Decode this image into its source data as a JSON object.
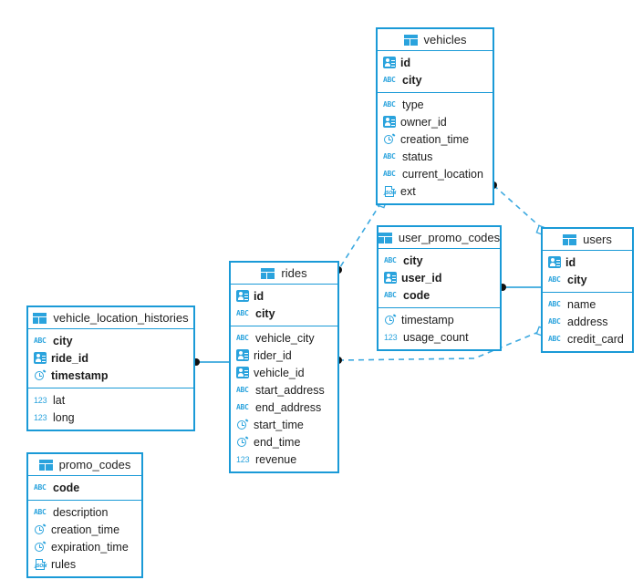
{
  "diagram": {
    "kind": "entity-relationship-diagram",
    "accent_color": "#1a9ad7",
    "icon_color": "#2aa3dd",
    "background": "#ffffff"
  },
  "icons": {
    "table": "table-grid-icon",
    "id": "id-card-icon",
    "abc": "abc-string-icon",
    "num": "123-number-icon",
    "clock": "clock-timestamp-icon",
    "json": "json-document-icon",
    "abc_label": "ABC",
    "num_label": "123",
    "json_label": "JSON"
  },
  "tables": [
    {
      "id": "vehicles",
      "name": "vehicles",
      "keys": [
        {
          "name": "id",
          "type": "id"
        },
        {
          "name": "city",
          "type": "abc"
        }
      ],
      "fields": [
        {
          "name": "type",
          "type": "abc"
        },
        {
          "name": "owner_id",
          "type": "id"
        },
        {
          "name": "creation_time",
          "type": "clock"
        },
        {
          "name": "status",
          "type": "abc"
        },
        {
          "name": "current_location",
          "type": "abc"
        },
        {
          "name": "ext",
          "type": "json"
        }
      ]
    },
    {
      "id": "user_promo_codes",
      "name": "user_promo_codes",
      "keys": [
        {
          "name": "city",
          "type": "abc"
        },
        {
          "name": "user_id",
          "type": "id"
        },
        {
          "name": "code",
          "type": "abc"
        }
      ],
      "fields": [
        {
          "name": "timestamp",
          "type": "clock"
        },
        {
          "name": "usage_count",
          "type": "num"
        }
      ]
    },
    {
      "id": "users",
      "name": "users",
      "keys": [
        {
          "name": "id",
          "type": "id"
        },
        {
          "name": "city",
          "type": "abc"
        }
      ],
      "fields": [
        {
          "name": "name",
          "type": "abc"
        },
        {
          "name": "address",
          "type": "abc"
        },
        {
          "name": "credit_card",
          "type": "abc"
        }
      ]
    },
    {
      "id": "rides",
      "name": "rides",
      "keys": [
        {
          "name": "id",
          "type": "id"
        },
        {
          "name": "city",
          "type": "abc"
        }
      ],
      "fields": [
        {
          "name": "vehicle_city",
          "type": "abc"
        },
        {
          "name": "rider_id",
          "type": "id"
        },
        {
          "name": "vehicle_id",
          "type": "id"
        },
        {
          "name": "start_address",
          "type": "abc"
        },
        {
          "name": "end_address",
          "type": "abc"
        },
        {
          "name": "start_time",
          "type": "clock"
        },
        {
          "name": "end_time",
          "type": "clock"
        },
        {
          "name": "revenue",
          "type": "num"
        }
      ]
    },
    {
      "id": "vehicle_location_histories",
      "name": "vehicle_location_histories",
      "keys": [
        {
          "name": "city",
          "type": "abc"
        },
        {
          "name": "ride_id",
          "type": "id"
        },
        {
          "name": "timestamp",
          "type": "clock"
        }
      ],
      "fields": [
        {
          "name": "lat",
          "type": "num"
        },
        {
          "name": "long",
          "type": "num"
        }
      ]
    },
    {
      "id": "promo_codes",
      "name": "promo_codes",
      "keys": [
        {
          "name": "code",
          "type": "abc"
        }
      ],
      "fields": [
        {
          "name": "description",
          "type": "abc"
        },
        {
          "name": "creation_time",
          "type": "clock"
        },
        {
          "name": "expiration_time",
          "type": "clock"
        },
        {
          "name": "rules",
          "type": "json"
        }
      ]
    }
  ],
  "relationships": [
    {
      "id": "vehicles-user_promo_codes",
      "from": "vehicles",
      "to": "user_promo_codes",
      "style": "dashed"
    },
    {
      "id": "vehicles-users",
      "from": "vehicles",
      "to": "users",
      "style": "dashed"
    },
    {
      "id": "user_promo_codes-users",
      "from": "user_promo_codes",
      "to": "users",
      "style": "solid"
    },
    {
      "id": "rides-vehicles",
      "from": "rides",
      "to": "vehicles",
      "style": "dashed"
    },
    {
      "id": "rides-users",
      "from": "rides",
      "to": "users",
      "style": "dashed"
    },
    {
      "id": "vehicle_location_histories-rides",
      "from": "vehicle_location_histories",
      "to": "rides",
      "style": "solid"
    }
  ]
}
